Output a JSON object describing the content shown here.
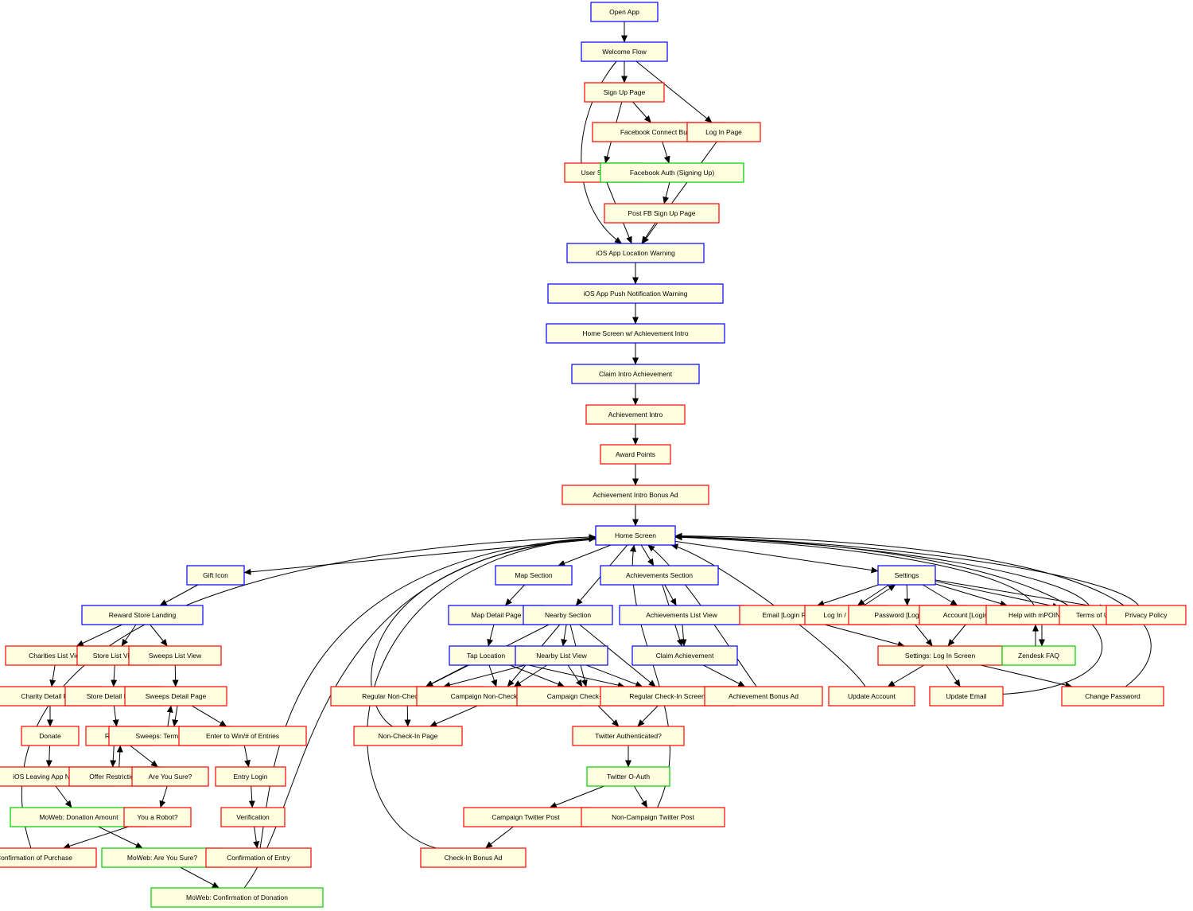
{
  "colors": {
    "fill": "#ffffe0",
    "border_blue": "#0000ff",
    "border_red": "#ff0000",
    "border_green": "#00cc00",
    "edge": "#000000"
  },
  "nodes": [
    {
      "id": "open_app",
      "label": "Open App",
      "border": "blue"
    },
    {
      "id": "welcome",
      "label": "Welcome Flow",
      "border": "blue"
    },
    {
      "id": "signup",
      "label": "Sign Up Page",
      "border": "red"
    },
    {
      "id": "fb_connect",
      "label": "Facebook Connect Button",
      "border": "red"
    },
    {
      "id": "login",
      "label": "Log In Page",
      "border": "red"
    },
    {
      "id": "user_signs",
      "label": "User Signs Up",
      "border": "red"
    },
    {
      "id": "fb_auth",
      "label": "Facebook Auth (Signing Up)",
      "border": "green"
    },
    {
      "id": "post_fb",
      "label": "Post FB Sign Up Page",
      "border": "red"
    },
    {
      "id": "ios_loc",
      "label": "iOS App Location Warning",
      "border": "blue"
    },
    {
      "id": "ios_push",
      "label": "iOS App Push Notification Warning",
      "border": "blue"
    },
    {
      "id": "home_ach",
      "label": "Home Screen w/ Achievement Intro",
      "border": "blue"
    },
    {
      "id": "claim_intro",
      "label": "Claim Intro Achievement",
      "border": "blue"
    },
    {
      "id": "ach_intro",
      "label": "Achievement Intro",
      "border": "red"
    },
    {
      "id": "award",
      "label": "Award Points",
      "border": "red"
    },
    {
      "id": "ach_bonus_ad",
      "label": "Achievement Intro Bonus Ad",
      "border": "red"
    },
    {
      "id": "home",
      "label": "Home Screen",
      "border": "blue"
    },
    {
      "id": "gift",
      "label": "Gift Icon",
      "border": "blue"
    },
    {
      "id": "map_sec",
      "label": "Map Section",
      "border": "blue"
    },
    {
      "id": "ach_sec",
      "label": "Achievements Section",
      "border": "blue"
    },
    {
      "id": "settings",
      "label": "Settings",
      "border": "blue"
    },
    {
      "id": "reward",
      "label": "Reward Store Landing",
      "border": "blue"
    },
    {
      "id": "map_detail",
      "label": "Map Detail Page",
      "border": "blue"
    },
    {
      "id": "nearby",
      "label": "Nearby Section",
      "border": "blue"
    },
    {
      "id": "ach_list",
      "label": "Achievements List View",
      "border": "blue"
    },
    {
      "id": "email_req",
      "label": "Email [Login Req]",
      "border": "red"
    },
    {
      "id": "login_sign",
      "label": "Log In / Sign In",
      "border": "red"
    },
    {
      "id": "pwd_req",
      "label": "Password [Login Req]",
      "border": "red"
    },
    {
      "id": "acct_req",
      "label": "Account [Login Req]",
      "border": "red"
    },
    {
      "id": "help",
      "label": "Help with mPOINTS",
      "border": "red"
    },
    {
      "id": "terms",
      "label": "Terms of Use",
      "border": "red"
    },
    {
      "id": "privacy",
      "label": "Privacy Policy",
      "border": "red"
    },
    {
      "id": "charities",
      "label": "Charities List View",
      "border": "red"
    },
    {
      "id": "store_list",
      "label": "Store List View",
      "border": "red"
    },
    {
      "id": "sweeps_list",
      "label": "Sweeps List View",
      "border": "red"
    },
    {
      "id": "tap_loc",
      "label": "Tap Location",
      "border": "blue"
    },
    {
      "id": "nearby_list",
      "label": "Nearby List View",
      "border": "blue"
    },
    {
      "id": "claim_ach",
      "label": "Claim Achievement",
      "border": "blue"
    },
    {
      "id": "settings_login",
      "label": "Settings: Log In Screen",
      "border": "red"
    },
    {
      "id": "zendesk",
      "label": "Zendesk FAQ",
      "border": "green"
    },
    {
      "id": "charity_detail",
      "label": "Charity Detail Page",
      "border": "red"
    },
    {
      "id": "store_detail",
      "label": "Store Detail Page",
      "border": "red"
    },
    {
      "id": "sweeps_detail",
      "label": "Sweeps Detail Page",
      "border": "red"
    },
    {
      "id": "reg_noncheck",
      "label": "Regular Non-Check-In Screen",
      "border": "red"
    },
    {
      "id": "camp_noncheck",
      "label": "Campaign Non-Check-In Screen",
      "border": "red"
    },
    {
      "id": "camp_check",
      "label": "Campaign Check-In Screen",
      "border": "red"
    },
    {
      "id": "reg_check",
      "label": "Regular Check-In Screen",
      "border": "red"
    },
    {
      "id": "ach_bonus",
      "label": "Achievement Bonus Ad",
      "border": "red"
    },
    {
      "id": "update_acct",
      "label": "Update Account",
      "border": "red"
    },
    {
      "id": "update_email",
      "label": "Update Email",
      "border": "red"
    },
    {
      "id": "change_pwd",
      "label": "Change Password",
      "border": "red"
    },
    {
      "id": "donate",
      "label": "Donate",
      "border": "red"
    },
    {
      "id": "redeem",
      "label": "Redeem",
      "border": "red"
    },
    {
      "id": "sweeps_terms",
      "label": "Sweeps: Terms of Use",
      "border": "red"
    },
    {
      "id": "enter_win",
      "label": "Enter to Win/# of Entries",
      "border": "red"
    },
    {
      "id": "noncheck_page",
      "label": "Non-Check-In Page",
      "border": "red"
    },
    {
      "id": "twitter_auth_q",
      "label": "Twitter Authenticated?",
      "border": "red"
    },
    {
      "id": "ios_leaving",
      "label": "iOS Leaving App Notice",
      "border": "red"
    },
    {
      "id": "offer",
      "label": "Offer Restrictions",
      "border": "red"
    },
    {
      "id": "are_you_sure",
      "label": "Are You Sure?",
      "border": "red"
    },
    {
      "id": "entry_login",
      "label": "Entry Login",
      "border": "red"
    },
    {
      "id": "twitter_oauth",
      "label": "Twitter O-Auth",
      "border": "green"
    },
    {
      "id": "moweb_amount",
      "label": "MoWeb: Donation Amount",
      "border": "green"
    },
    {
      "id": "robot",
      "label": "You a Robot?",
      "border": "red"
    },
    {
      "id": "verification",
      "label": "Verification",
      "border": "red"
    },
    {
      "id": "camp_tweet",
      "label": "Campaign Twitter Post",
      "border": "red"
    },
    {
      "id": "noncamp_tweet",
      "label": "Non-Campaign Twitter Post",
      "border": "red"
    },
    {
      "id": "conf_purchase",
      "label": "Confirmation of Purchase",
      "border": "red"
    },
    {
      "id": "moweb_sure",
      "label": "MoWeb: Are You Sure?",
      "border": "green"
    },
    {
      "id": "conf_entry",
      "label": "Confirmation of Entry",
      "border": "red"
    },
    {
      "id": "checkin_bonus",
      "label": "Check-In Bonus Ad",
      "border": "red"
    },
    {
      "id": "moweb_conf",
      "label": "MoWeb: Confirmation of Donation",
      "border": "green"
    }
  ],
  "edges": [
    [
      "open_app",
      "welcome"
    ],
    [
      "welcome",
      "signup"
    ],
    [
      "welcome",
      "login"
    ],
    [
      "welcome",
      "ios_loc"
    ],
    [
      "signup",
      "fb_connect"
    ],
    [
      "signup",
      "user_signs"
    ],
    [
      "fb_connect",
      "fb_auth"
    ],
    [
      "fb_auth",
      "post_fb"
    ],
    [
      "user_signs",
      "ios_loc"
    ],
    [
      "post_fb",
      "ios_loc"
    ],
    [
      "login",
      "ios_loc"
    ],
    [
      "ios_loc",
      "ios_push"
    ],
    [
      "ios_push",
      "home_ach"
    ],
    [
      "home_ach",
      "claim_intro"
    ],
    [
      "claim_intro",
      "ach_intro"
    ],
    [
      "ach_intro",
      "award"
    ],
    [
      "award",
      "ach_bonus_ad"
    ],
    [
      "ach_bonus_ad",
      "home"
    ],
    [
      "home",
      "gift"
    ],
    [
      "home",
      "map_sec"
    ],
    [
      "home",
      "nearby"
    ],
    [
      "home",
      "ach_sec"
    ],
    [
      "home",
      "settings"
    ],
    [
      "gift",
      "reward"
    ],
    [
      "reward",
      "charities"
    ],
    [
      "reward",
      "store_list"
    ],
    [
      "reward",
      "sweeps_list"
    ],
    [
      "charities",
      "charity_detail"
    ],
    [
      "charity_detail",
      "donate"
    ],
    [
      "donate",
      "ios_leaving"
    ],
    [
      "ios_leaving",
      "moweb_amount"
    ],
    [
      "moweb_amount",
      "moweb_sure"
    ],
    [
      "moweb_sure",
      "moweb_conf"
    ],
    [
      "moweb_conf",
      "home"
    ],
    [
      "store_list",
      "store_detail"
    ],
    [
      "store_detail",
      "redeem"
    ],
    [
      "redeem",
      "offer"
    ],
    [
      "offer",
      "redeem"
    ],
    [
      "redeem",
      "are_you_sure"
    ],
    [
      "are_you_sure",
      "robot"
    ],
    [
      "robot",
      "conf_purchase"
    ],
    [
      "conf_purchase",
      "home"
    ],
    [
      "sweeps_list",
      "sweeps_detail"
    ],
    [
      "sweeps_detail",
      "sweeps_terms"
    ],
    [
      "sweeps_terms",
      "sweeps_detail"
    ],
    [
      "sweeps_detail",
      "enter_win"
    ],
    [
      "enter_win",
      "entry_login"
    ],
    [
      "entry_login",
      "verification"
    ],
    [
      "verification",
      "conf_entry"
    ],
    [
      "conf_entry",
      "home"
    ],
    [
      "map_sec",
      "map_detail"
    ],
    [
      "map_detail",
      "tap_loc"
    ],
    [
      "tap_loc",
      "reg_noncheck"
    ],
    [
      "tap_loc",
      "camp_noncheck"
    ],
    [
      "tap_loc",
      "camp_check"
    ],
    [
      "tap_loc",
      "reg_check"
    ],
    [
      "nearby",
      "nearby_list"
    ],
    [
      "nearby",
      "reg_noncheck"
    ],
    [
      "nearby",
      "camp_noncheck"
    ],
    [
      "nearby",
      "camp_check"
    ],
    [
      "nearby",
      "reg_check"
    ],
    [
      "nearby_list",
      "reg_noncheck"
    ],
    [
      "nearby_list",
      "camp_noncheck"
    ],
    [
      "nearby_list",
      "camp_check"
    ],
    [
      "nearby_list",
      "reg_check"
    ],
    [
      "reg_noncheck",
      "noncheck_page"
    ],
    [
      "camp_noncheck",
      "noncheck_page"
    ],
    [
      "noncheck_page",
      "home"
    ],
    [
      "camp_check",
      "twitter_auth_q"
    ],
    [
      "reg_check",
      "twitter_auth_q"
    ],
    [
      "twitter_auth_q",
      "twitter_oauth"
    ],
    [
      "twitter_oauth",
      "camp_tweet"
    ],
    [
      "twitter_oauth",
      "noncamp_tweet"
    ],
    [
      "camp_tweet",
      "checkin_bonus"
    ],
    [
      "checkin_bonus",
      "home"
    ],
    [
      "noncamp_tweet",
      "home"
    ],
    [
      "ach_sec",
      "ach_list"
    ],
    [
      "ach_sec",
      "claim_ach"
    ],
    [
      "ach_list",
      "claim_ach"
    ],
    [
      "claim_ach",
      "ach_bonus"
    ],
    [
      "ach_bonus",
      "home"
    ],
    [
      "settings",
      "email_req"
    ],
    [
      "settings",
      "login_sign"
    ],
    [
      "login_sign",
      "settings"
    ],
    [
      "settings",
      "pwd_req"
    ],
    [
      "settings",
      "acct_req"
    ],
    [
      "settings",
      "help"
    ],
    [
      "settings",
      "terms"
    ],
    [
      "settings",
      "privacy"
    ],
    [
      "help",
      "zendesk"
    ],
    [
      "zendesk",
      "help"
    ],
    [
      "help",
      "home"
    ],
    [
      "terms",
      "home"
    ],
    [
      "privacy",
      "home"
    ],
    [
      "email_req",
      "settings_login"
    ],
    [
      "pwd_req",
      "settings_login"
    ],
    [
      "acct_req",
      "settings_login"
    ],
    [
      "settings_login",
      "update_acct"
    ],
    [
      "settings_login",
      "update_email"
    ],
    [
      "settings_login",
      "change_pwd"
    ],
    [
      "update_acct",
      "home"
    ],
    [
      "update_email",
      "home"
    ],
    [
      "change_pwd",
      "home"
    ]
  ]
}
